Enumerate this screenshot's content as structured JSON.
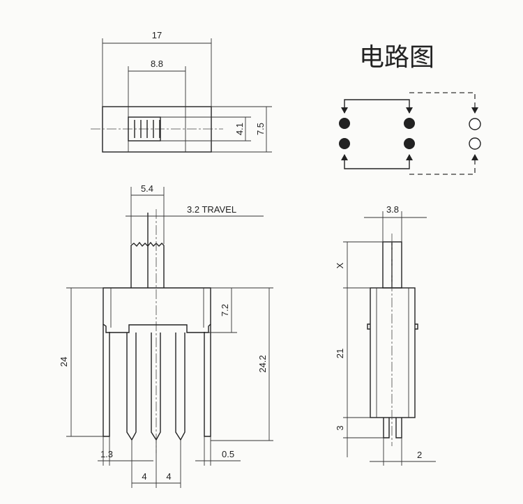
{
  "title": "电路图",
  "dims": {
    "top_width": "17",
    "slider_width": "8.8",
    "slider_height": "4.1",
    "body_height": "7.5",
    "actuator_width": "5.4",
    "travel": "3.2 TRAVEL",
    "body_depth": "7.2",
    "overall_height": "24",
    "pin_height": "24.2",
    "tab_width": "1.3",
    "pin_thickness": "0.5",
    "pin_pitch_a": "4",
    "pin_pitch_b": "4",
    "side_actuator_width": "3.8",
    "side_x": "X",
    "side_body_height": "21",
    "side_pin_height": "3",
    "side_pin_width": "2"
  }
}
